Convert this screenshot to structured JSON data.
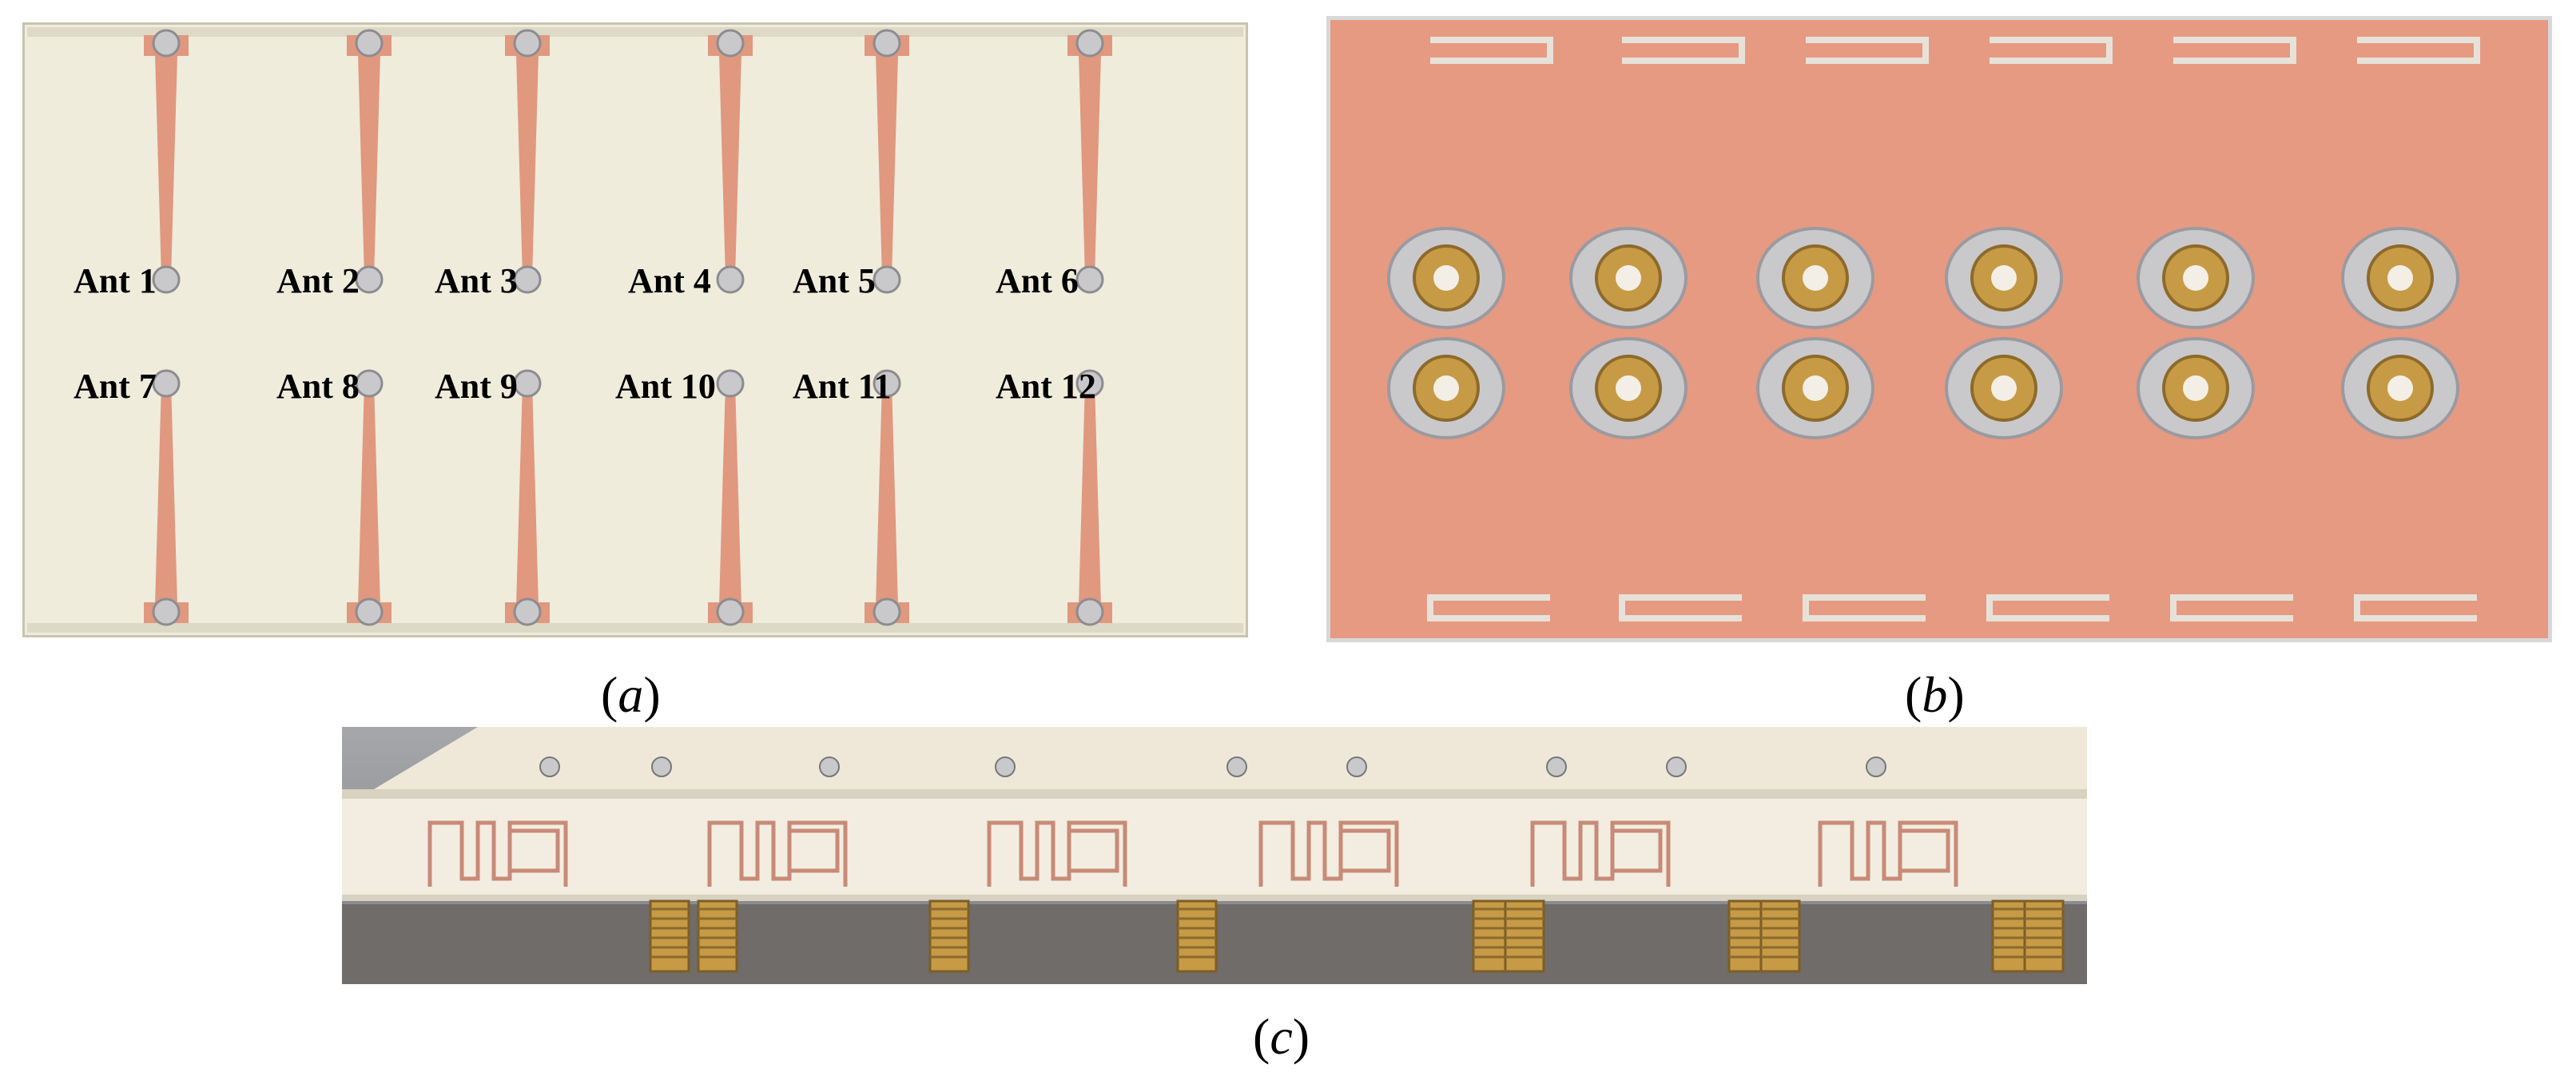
{
  "panels": [
    {
      "id": "a",
      "caption_open": "(",
      "caption_letter": "a",
      "caption_close": ")"
    },
    {
      "id": "b",
      "caption_open": "(",
      "caption_letter": "b",
      "caption_close": ")"
    },
    {
      "id": "c",
      "caption_open": "(",
      "caption_letter": "c",
      "caption_close": ")"
    }
  ],
  "antenna_labels": [
    "Ant 1",
    "Ant 2",
    "Ant 3",
    "Ant 4",
    "Ant 5",
    "Ant 6",
    "Ant 7",
    "Ant 8",
    "Ant 9",
    "Ant 10",
    "Ant 11",
    "Ant 12"
  ],
  "colors": {
    "board_cream": "#efecdc",
    "copper_trace": "#e0987f",
    "copper_ground": "#e69a82",
    "solder_silver": "#c9c9cc",
    "connector_gold": "#c79a45",
    "background_grey": "#8b8c90"
  }
}
